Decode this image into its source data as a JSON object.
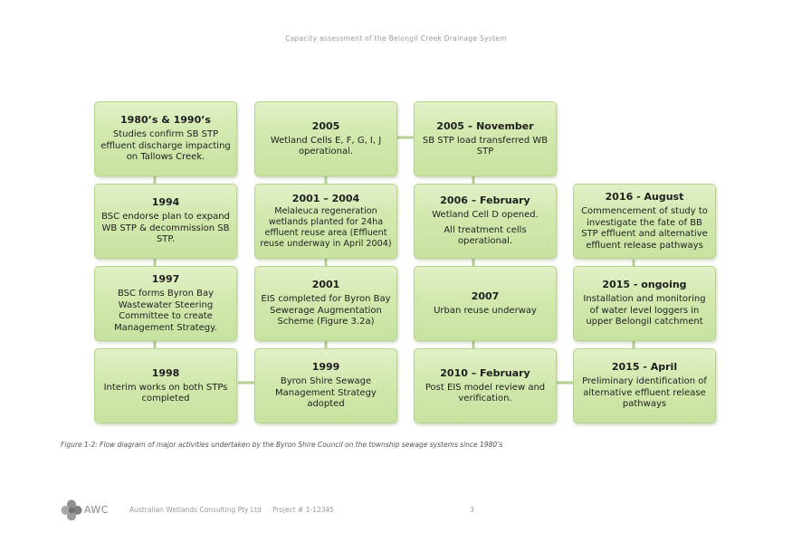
{
  "header": {
    "text": "Capacity assessment of the Belongil Creek Drainage System"
  },
  "boxes": {
    "b1980": {
      "title": "1980’s & 1990’s",
      "desc": "Studies confirm SB STP effluent discharge impacting on Tallows Creek."
    },
    "b1994": {
      "title": "1994",
      "desc": "BSC endorse plan to expand WB STP & decommission SB STP."
    },
    "b1997": {
      "title": "1997",
      "desc": "BSC forms Byron Bay Wastewater Steering Committee to create Management Strategy."
    },
    "b1998": {
      "title": "1998",
      "desc": "Interim works on both STPs completed"
    },
    "b2005": {
      "title": "2005",
      "desc": "Wetland Cells E, F, G, I, J operational."
    },
    "b2001_2004": {
      "title": "2001 – 2004",
      "desc": "Melaleuca regeneration wetlands planted for 24ha effluent reuse area (Effluent reuse underway in April 2004)"
    },
    "b2001": {
      "title": "2001",
      "desc": "EIS completed for Byron Bay Sewerage Augmentation Scheme (Figure 3.2a)"
    },
    "b1999": {
      "title": "1999",
      "desc": "Byron Shire Sewage Management Strategy adopted"
    },
    "b2005nov": {
      "title": "2005 – November",
      "desc": "SB STP load transferred WB STP"
    },
    "b2006feb": {
      "title": "2006 – February",
      "desc": "Wetland Cell D opened.",
      "desc2": "All treatment cells operational."
    },
    "b2007": {
      "title": "2007",
      "desc": "Urban reuse underway"
    },
    "b2010feb": {
      "title": "2010 – February",
      "desc": "Post EIS model review and verification."
    },
    "b2016aug": {
      "title": "2016 - August",
      "desc": "Commencement of study to investigate the fate of BB STP effluent and alternative effluent release pathways"
    },
    "b2015ongoing": {
      "title": "2015 - ongoing",
      "desc": "Installation and monitoring of water level loggers in upper Belongil catchment"
    },
    "b2015apr": {
      "title": "2015 - April",
      "desc": "Preliminary identification of alternative effluent release pathways"
    }
  },
  "caption": "Figure 1-2: Flow diagram of major activities undertaken by the Byron Shire Council on the township sewage systems since 1980’s",
  "footer": {
    "logo_text": "AWC",
    "company": "Australian Wetlands Consulting Pty Ltd",
    "project": "Project # 1-12345",
    "page": "3"
  },
  "colors": {
    "box_fill": "#d2e8ad",
    "box_border": "#b7d48c",
    "connector": "#b5d08f"
  }
}
